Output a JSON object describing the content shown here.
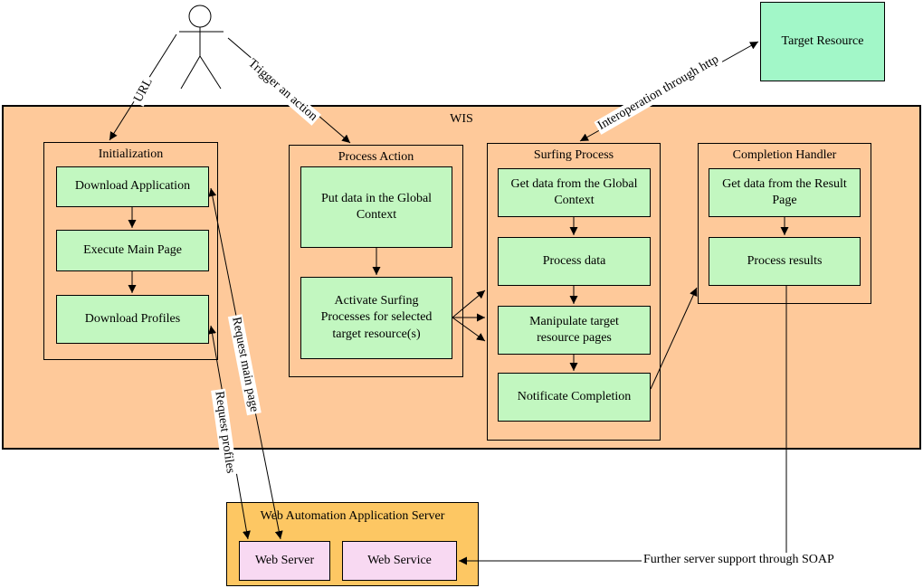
{
  "wis_title": "WIS",
  "groups": {
    "initialization": "Initialization",
    "process_action": "Process Action",
    "surfing_process": "Surfing Process",
    "completion_handler": "Completion Handler"
  },
  "boxes": {
    "download_application": "Download Application",
    "execute_main_page": "Execute Main Page",
    "download_profiles": "Download Profiles",
    "put_data_global": "Put data in the Global Context",
    "activate_surfing": "Activate Surfing Processes for selected target resource(s)",
    "get_data_global": "Get data from the Global Context",
    "process_data": "Process data",
    "manipulate_pages": "Manipulate target resource pages",
    "notificate_completion": "Notificate Completion",
    "get_data_result": "Get data from the Result Page",
    "process_results": "Process results",
    "target_resource": "Target Resource"
  },
  "server": {
    "title": "Web Automation Application Server",
    "web_server": "Web Server",
    "web_service": "Web Service"
  },
  "edge_labels": {
    "url": "URL",
    "trigger": "Trigger an action",
    "interop": "Interoperation through http",
    "request_main": "Request main page",
    "request_profiles": "Request profiles",
    "soap": "Further server support through SOAP"
  },
  "colors": {
    "wis_fill": "#fec99a",
    "step_fill": "#c2f7c0",
    "server_fill": "#fdc763",
    "web_box_fill": "#f8d9f2",
    "target_fill": "#a2f7c8"
  },
  "icons": {
    "actor": "stick-figure-actor-icon"
  }
}
